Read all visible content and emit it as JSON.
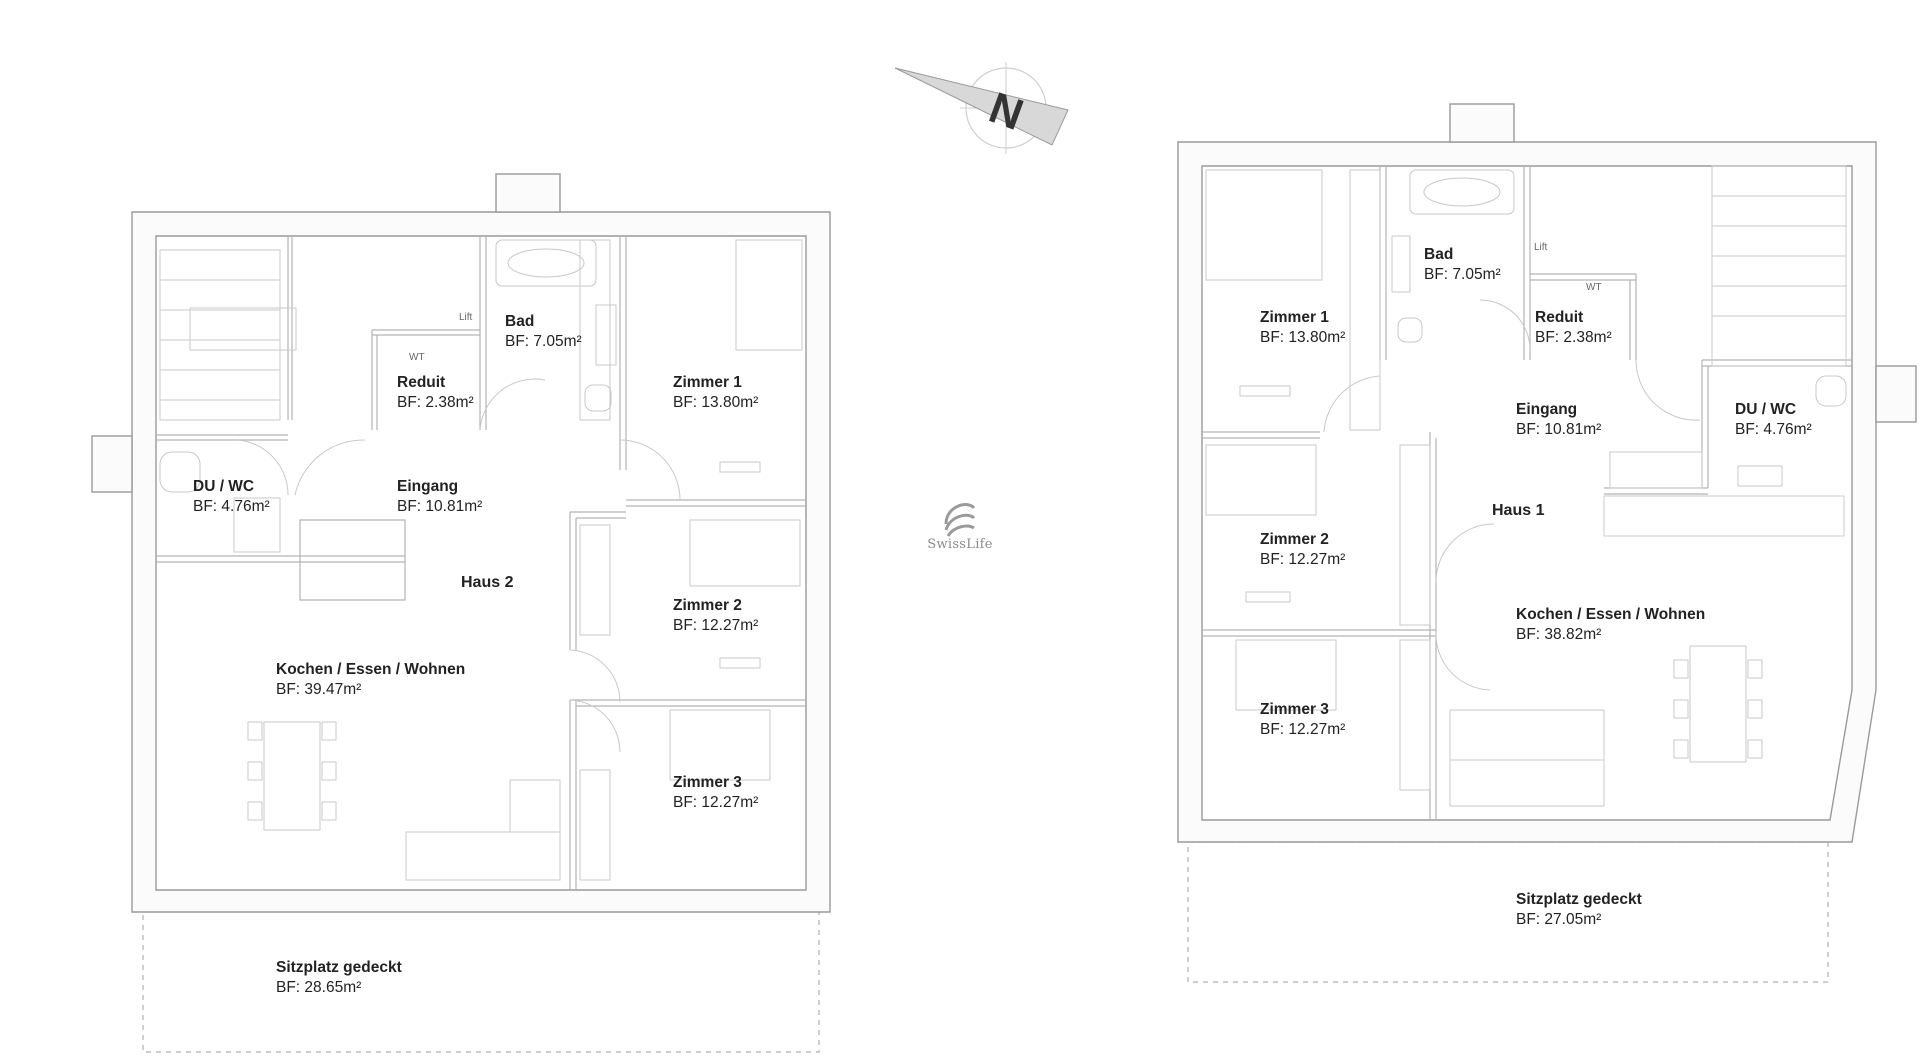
{
  "brand": {
    "name": "SwissLife",
    "icon": "swisslife-logo-icon"
  },
  "compass": {
    "letter": "N",
    "icon": "north-arrow-icon"
  },
  "haus2": {
    "title": "Haus 2",
    "bad": {
      "name": "Bad",
      "area": "BF: 7.05m²"
    },
    "reduit": {
      "name": "Reduit",
      "area": "BF: 2.38m²"
    },
    "zimmer1": {
      "name": "Zimmer 1",
      "area": "BF: 13.80m²"
    },
    "duwc": {
      "name": "DU / WC",
      "area": "BF: 4.76m²"
    },
    "eingang": {
      "name": "Eingang",
      "area": "BF: 10.81m²"
    },
    "zimmer2": {
      "name": "Zimmer 2",
      "area": "BF: 12.27m²"
    },
    "kochen": {
      "name": "Kochen / Essen / Wohnen",
      "area": "BF: 39.47m²"
    },
    "zimmer3": {
      "name": "Zimmer 3",
      "area": "BF: 12.27m²"
    },
    "sitzplatz": {
      "name": "Sitzplatz gedeckt",
      "area": "BF: 28.65m²"
    },
    "lift": "Lift",
    "wt": "WT"
  },
  "haus1": {
    "title": "Haus 1",
    "bad": {
      "name": "Bad",
      "area": "BF: 7.05m²"
    },
    "zimmer1": {
      "name": "Zimmer 1",
      "area": "BF: 13.80m²"
    },
    "reduit": {
      "name": "Reduit",
      "area": "BF: 2.38m²"
    },
    "eingang": {
      "name": "Eingang",
      "area": "BF: 10.81m²"
    },
    "duwc": {
      "name": "DU / WC",
      "area": "BF: 4.76m²"
    },
    "zimmer2": {
      "name": "Zimmer 2",
      "area": "BF: 12.27m²"
    },
    "kochen": {
      "name": "Kochen / Essen / Wohnen",
      "area": "BF: 38.82m²"
    },
    "zimmer3": {
      "name": "Zimmer 3",
      "area": "BF: 12.27m²"
    },
    "sitzplatz": {
      "name": "Sitzplatz gedeckt",
      "area": "BF: 27.05m²"
    },
    "lift": "Lift",
    "wt": "WT"
  }
}
